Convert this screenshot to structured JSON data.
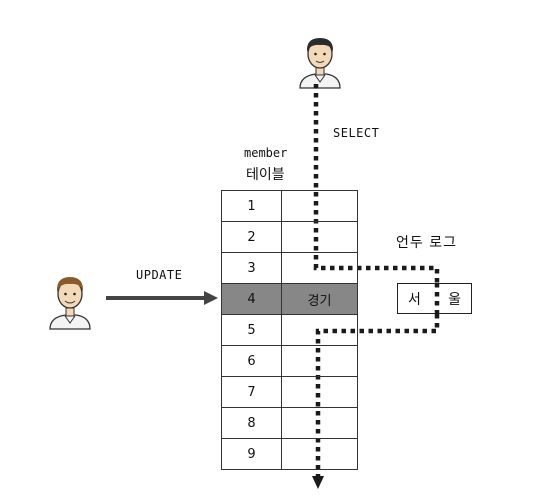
{
  "labels": {
    "select": "SELECT",
    "update": "UPDATE",
    "table_line1": "member",
    "table_line2": "테이블",
    "undo_log": "언두 로그"
  },
  "table": {
    "rows": [
      {
        "id": "1",
        "value": ""
      },
      {
        "id": "2",
        "value": ""
      },
      {
        "id": "3",
        "value": ""
      },
      {
        "id": "4",
        "value": "경기",
        "highlight": true
      },
      {
        "id": "5",
        "value": ""
      },
      {
        "id": "6",
        "value": ""
      },
      {
        "id": "7",
        "value": ""
      },
      {
        "id": "8",
        "value": ""
      },
      {
        "id": "9",
        "value": ""
      }
    ]
  },
  "undo_log": {
    "char1": "서",
    "char2": "울"
  },
  "colors": {
    "highlight_row": "#878787",
    "arrow": "#444444",
    "dotted_path": "#1a1a1a",
    "person_skin": "#f3d9b8",
    "person_hair": "#2b2b2b"
  },
  "icons": [
    "person-icon",
    "person-icon"
  ]
}
